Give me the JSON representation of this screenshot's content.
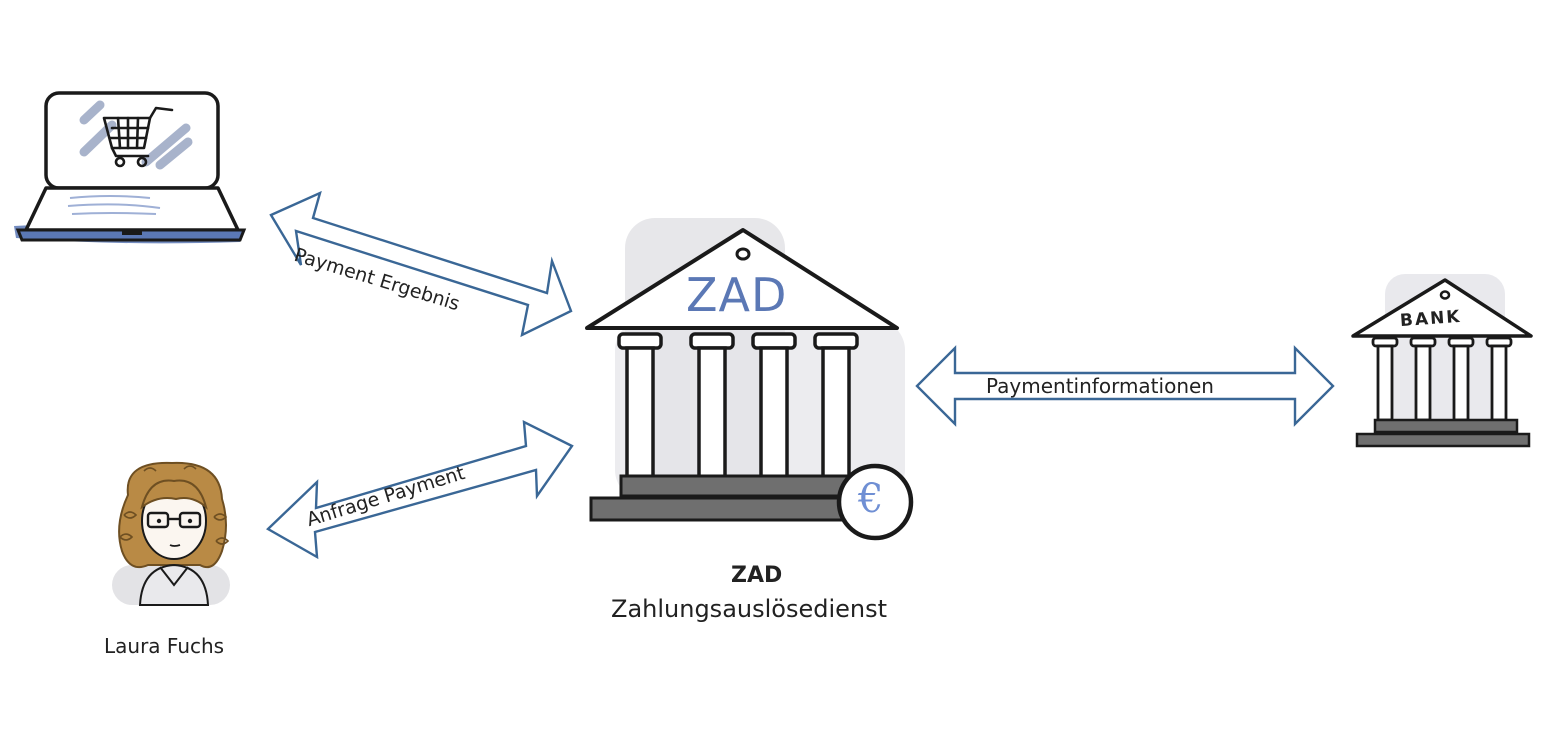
{
  "colors": {
    "arrow_stroke": "#3a6796",
    "accent_blue": "#5b78b5",
    "ink": "#1a1a1a",
    "shadow_gray": "#d4d4d8",
    "base_gray": "#6f6f6f",
    "hair_brown": "#b98a45"
  },
  "nodes": {
    "shop": {
      "icon": "laptop-shopping-cart-icon"
    },
    "customer": {
      "icon": "woman-avatar-icon",
      "label": "Laura Fuchs"
    },
    "zad": {
      "icon": "bank-building-icon",
      "pediment_text": "ZAD",
      "coin_symbol": "€",
      "title": "ZAD",
      "subtitle": "Zahlungsauslösedienst"
    },
    "bank": {
      "icon": "bank-building-icon",
      "pediment_text": "BANK"
    }
  },
  "arrows": [
    {
      "id": "shop-zad",
      "label": "Payment Ergebnis",
      "direction": "bidirectional"
    },
    {
      "id": "customer-zad",
      "label": "Anfrage Payment",
      "direction": "bidirectional"
    },
    {
      "id": "zad-bank",
      "label": "Paymentinformationen",
      "direction": "bidirectional"
    }
  ]
}
